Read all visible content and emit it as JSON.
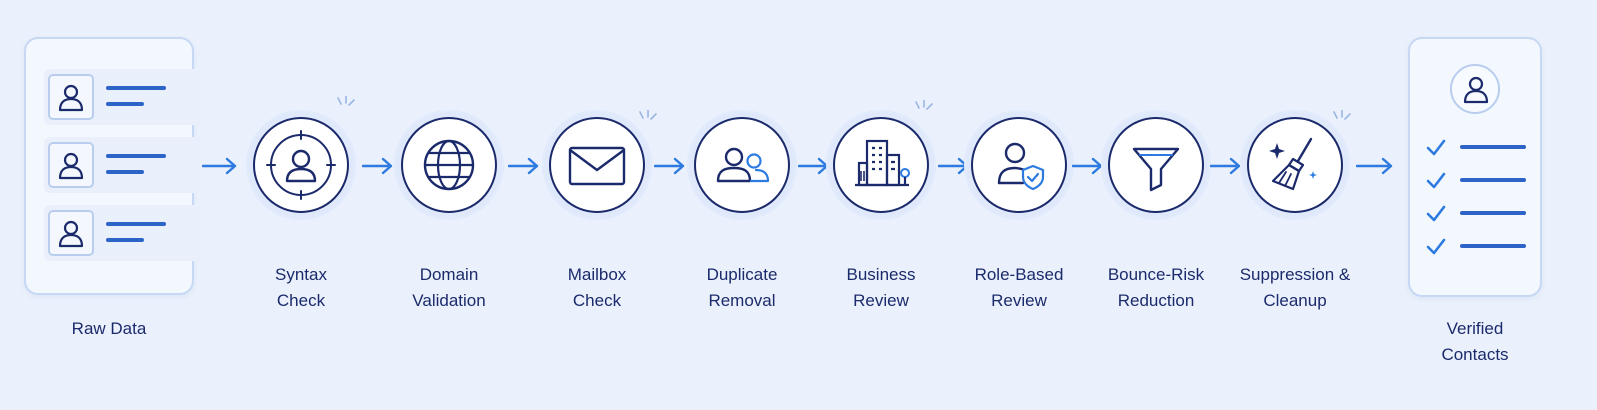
{
  "input": {
    "label": "Raw Data"
  },
  "output": {
    "label_line1": "Verified",
    "label_line2": "Contacts"
  },
  "steps": [
    {
      "line1": "Syntax",
      "line2": "Check",
      "icon": "crosshair-user-icon"
    },
    {
      "line1": "Domain",
      "line2": "Validation",
      "icon": "globe-icon"
    },
    {
      "line1": "Mailbox",
      "line2": "Check",
      "icon": "envelope-icon"
    },
    {
      "line1": "Duplicate",
      "line2": "Removal",
      "icon": "two-users-icon"
    },
    {
      "line1": "Business",
      "line2": "Review",
      "icon": "office-building-icon"
    },
    {
      "line1": "Role-Based",
      "line2": "Review",
      "icon": "user-shield-icon"
    },
    {
      "line1": "Bounce-Risk",
      "line2": "Reduction",
      "icon": "funnel-icon"
    },
    {
      "line1": "Suppression &",
      "line2": "Cleanup",
      "icon": "broom-icon"
    }
  ],
  "colors": {
    "background": "#eaf1fc",
    "ink": "#1b2a6b",
    "accent": "#2d7be0"
  }
}
